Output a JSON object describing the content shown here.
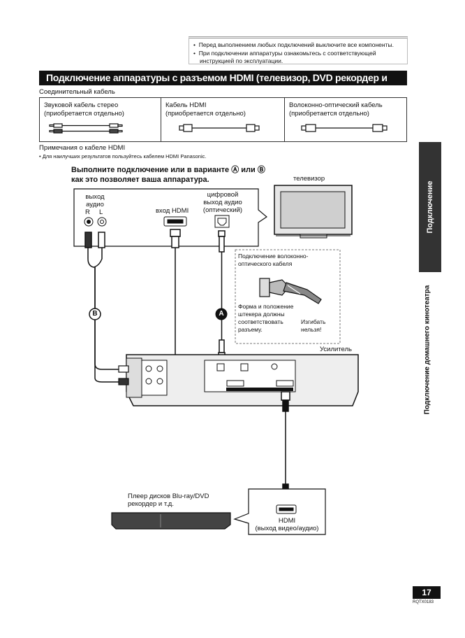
{
  "notes": [
    "Перед выполнением любых подключений выключите все компоненты.",
    "При подключении аппаратуры ознакомьтесь с соответствующей",
    "инструкцией по эксплуатации."
  ],
  "banner_title": "Подключение аппаратуры с разъемом HDMI (телевизор, DVD рекордер и т.д.)",
  "cable_section_title": "Соединительный кабель",
  "cables": [
    {
      "name": "Звуковой кабель стерео",
      "note": "(приобретается отдельно)"
    },
    {
      "name": "Кабель HDMI",
      "note": "(приобретается отдельно)"
    },
    {
      "name": "Волоконно-оптический кабель",
      "note": "(приобретается отдельно)"
    }
  ],
  "hdmi_notes_title": "Примечания о кабеле HDMI",
  "hdmi_notes_item": "•  Для наилучших результатов пользуйтесь кабелем HDMI Panasonic.",
  "instruction_line1": "Выполните подключение или в варианте Ⓐ или Ⓑ",
  "instruction_line2": "как это позволяет ваша аппаратура.",
  "tv_label": "телевизор",
  "audio_out_label_1": "выход",
  "audio_out_label_2": "аудио",
  "audio_r": "R",
  "audio_l": "L",
  "hdmi_in_label": "вход  HDMI",
  "digital_out_1": "цифровой",
  "digital_out_2": "выход аудио",
  "digital_out_3": "(оптический)",
  "optical_box_title_1": "Подключение волоконно-",
  "optical_box_title_2": "оптического кабеля",
  "optical_note_1": "Форма и положение",
  "optical_note_2": "штекера должны",
  "optical_note_3": "соответствовать",
  "optical_note_4": "разъему.",
  "bend_note_1": "Изгибать",
  "bend_note_2": "нельзя!",
  "marker_a": "A",
  "marker_b": "B",
  "amplifier_label": "Усилитель",
  "player_label_1": "Плеер дисков Blu-ray/DVD",
  "player_label_2": "рекордер и т.д.",
  "hdmi_out_label_1": "HDMI",
  "hdmi_out_label_2": "(выход видео/аудио)",
  "side_tab": "Подключение",
  "side_label": "Подключение домашнего кинотеатра",
  "page_number": "17",
  "model_code": "RQTX0183"
}
